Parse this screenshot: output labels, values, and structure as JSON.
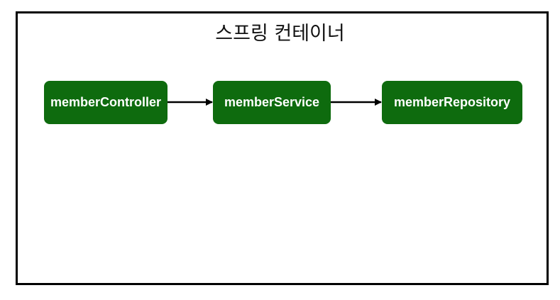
{
  "diagram": {
    "container_title": "스프링 컨테이너",
    "nodes": [
      {
        "id": "memberController",
        "label": "memberController"
      },
      {
        "id": "memberService",
        "label": "memberService"
      },
      {
        "id": "memberRepository",
        "label": "memberRepository"
      }
    ],
    "edges": [
      {
        "from": "memberController",
        "to": "memberService"
      },
      {
        "from": "memberService",
        "to": "memberRepository"
      }
    ],
    "colors": {
      "node_fill": "#0e6b0e",
      "node_text": "#ffffff",
      "border": "#000000",
      "arrow": "#000000"
    }
  }
}
